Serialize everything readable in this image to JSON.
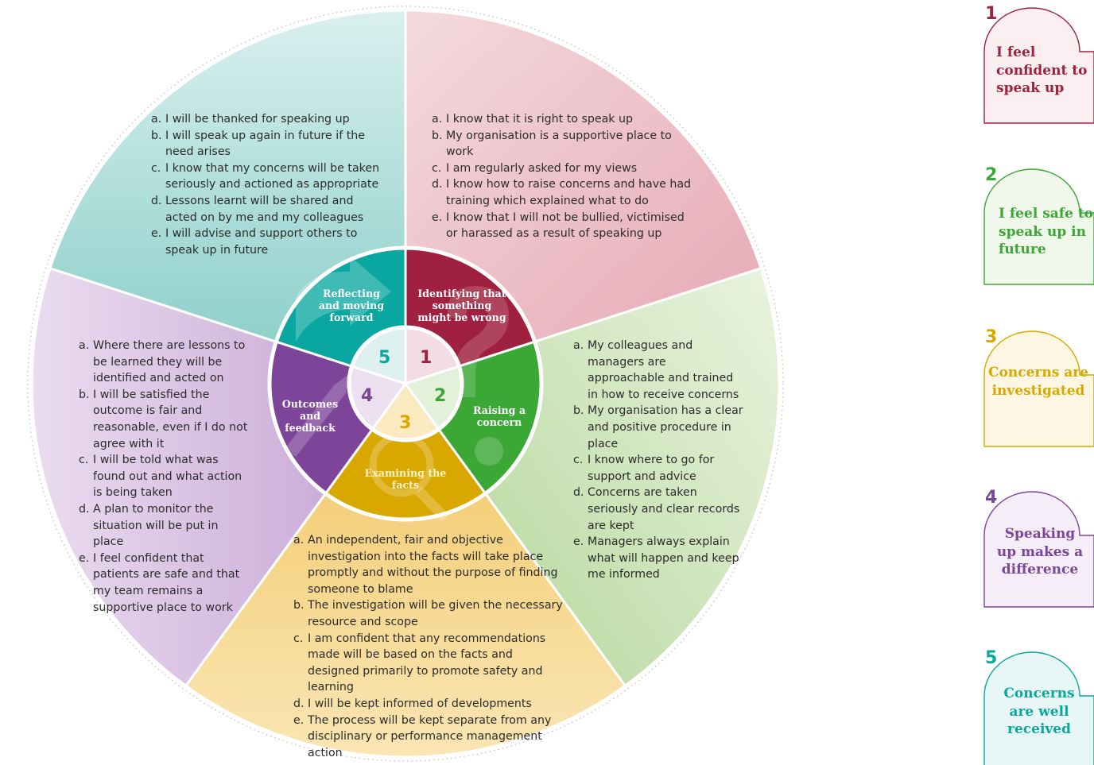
{
  "colors": {
    "stage1": "#a0213f",
    "stage2": "#3ba836",
    "stage3": "#d8a700",
    "stage4": "#7d4599",
    "stage5": "#0aa7a1"
  },
  "center_numbers": [
    "1",
    "2",
    "3",
    "4",
    "5"
  ],
  "stages": {
    "s1": "Identifying that something might be wrong",
    "s2": "Raising a concern",
    "s3": "Examining the facts",
    "s4": "Outcomes and feedback",
    "s5": "Reflecting and moving forward"
  },
  "statements": {
    "s1": [
      {
        "l": "a.",
        "t": "I know that it is right to speak up"
      },
      {
        "l": "b.",
        "t": "My organisation is a supportive place to work"
      },
      {
        "l": "c.",
        "t": "I am regularly asked for my views"
      },
      {
        "l": "d.",
        "t": "I know how to raise concerns and have had training which explained what to do"
      },
      {
        "l": "e.",
        "t": "I know that I will not be bullied, victimised or harassed as a result of speaking up"
      }
    ],
    "s2": [
      {
        "l": "a.",
        "t": "My colleagues and managers are approachable and trained in how to receive concerns"
      },
      {
        "l": "b.",
        "t": "My organisation has a clear and positive procedure in place"
      },
      {
        "l": "c.",
        "t": "I know where to go for support and advice"
      },
      {
        "l": "d.",
        "t": "Concerns are taken seriously and clear records are kept"
      },
      {
        "l": "e.",
        "t": "Managers always explain what will happen and keep me informed"
      }
    ],
    "s3": [
      {
        "l": "a.",
        "t": "An independent, fair and objective investigation into the facts will take place promptly and without the purpose of finding someone to blame"
      },
      {
        "l": "b.",
        "t": "The investigation will be given the necessary resource and scope"
      },
      {
        "l": "c.",
        "t": "I am confident that any recommendations made will be based on the facts and designed primarily to promote safety and learning"
      },
      {
        "l": "d.",
        "t": "I will be kept informed of developments"
      },
      {
        "l": "e.",
        "t": "The process will be kept separate from any disciplinary or performance management action"
      }
    ],
    "s4": [
      {
        "l": "a.",
        "t": "Where there are lessons to be learned they will be identified and acted on"
      },
      {
        "l": "b.",
        "t": "I will be satisfied the outcome is fair and reasonable, even if I do not agree with it"
      },
      {
        "l": "c.",
        "t": "I will be told what was found out and what action is being taken"
      },
      {
        "l": "d.",
        "t": "A plan to monitor the situation will be put in place"
      },
      {
        "l": "e.",
        "t": "I feel confident that patients are safe and that my team remains a supportive place to work"
      }
    ],
    "s5": [
      {
        "l": "a.",
        "t": "I will be thanked for speaking up"
      },
      {
        "l": "b.",
        "t": "I will speak up again in future if the need arises"
      },
      {
        "l": "c.",
        "t": "I know that my concerns will be taken seriously and actioned as appropriate"
      },
      {
        "l": "d.",
        "t": "Lessons learnt will be shared and acted on by me and my colleagues"
      },
      {
        "l": "e.",
        "t": "I will advise and support others to speak up in future"
      }
    ]
  },
  "tags": [
    {
      "n": "1",
      "text": "I feel confident to speak up"
    },
    {
      "n": "2",
      "text": "I feel safe to speak up in future"
    },
    {
      "n": "3",
      "text": "Concerns are investigated"
    },
    {
      "n": "4",
      "text": "Speaking up makes a difference"
    },
    {
      "n": "5",
      "text": "Concerns are well received"
    }
  ]
}
